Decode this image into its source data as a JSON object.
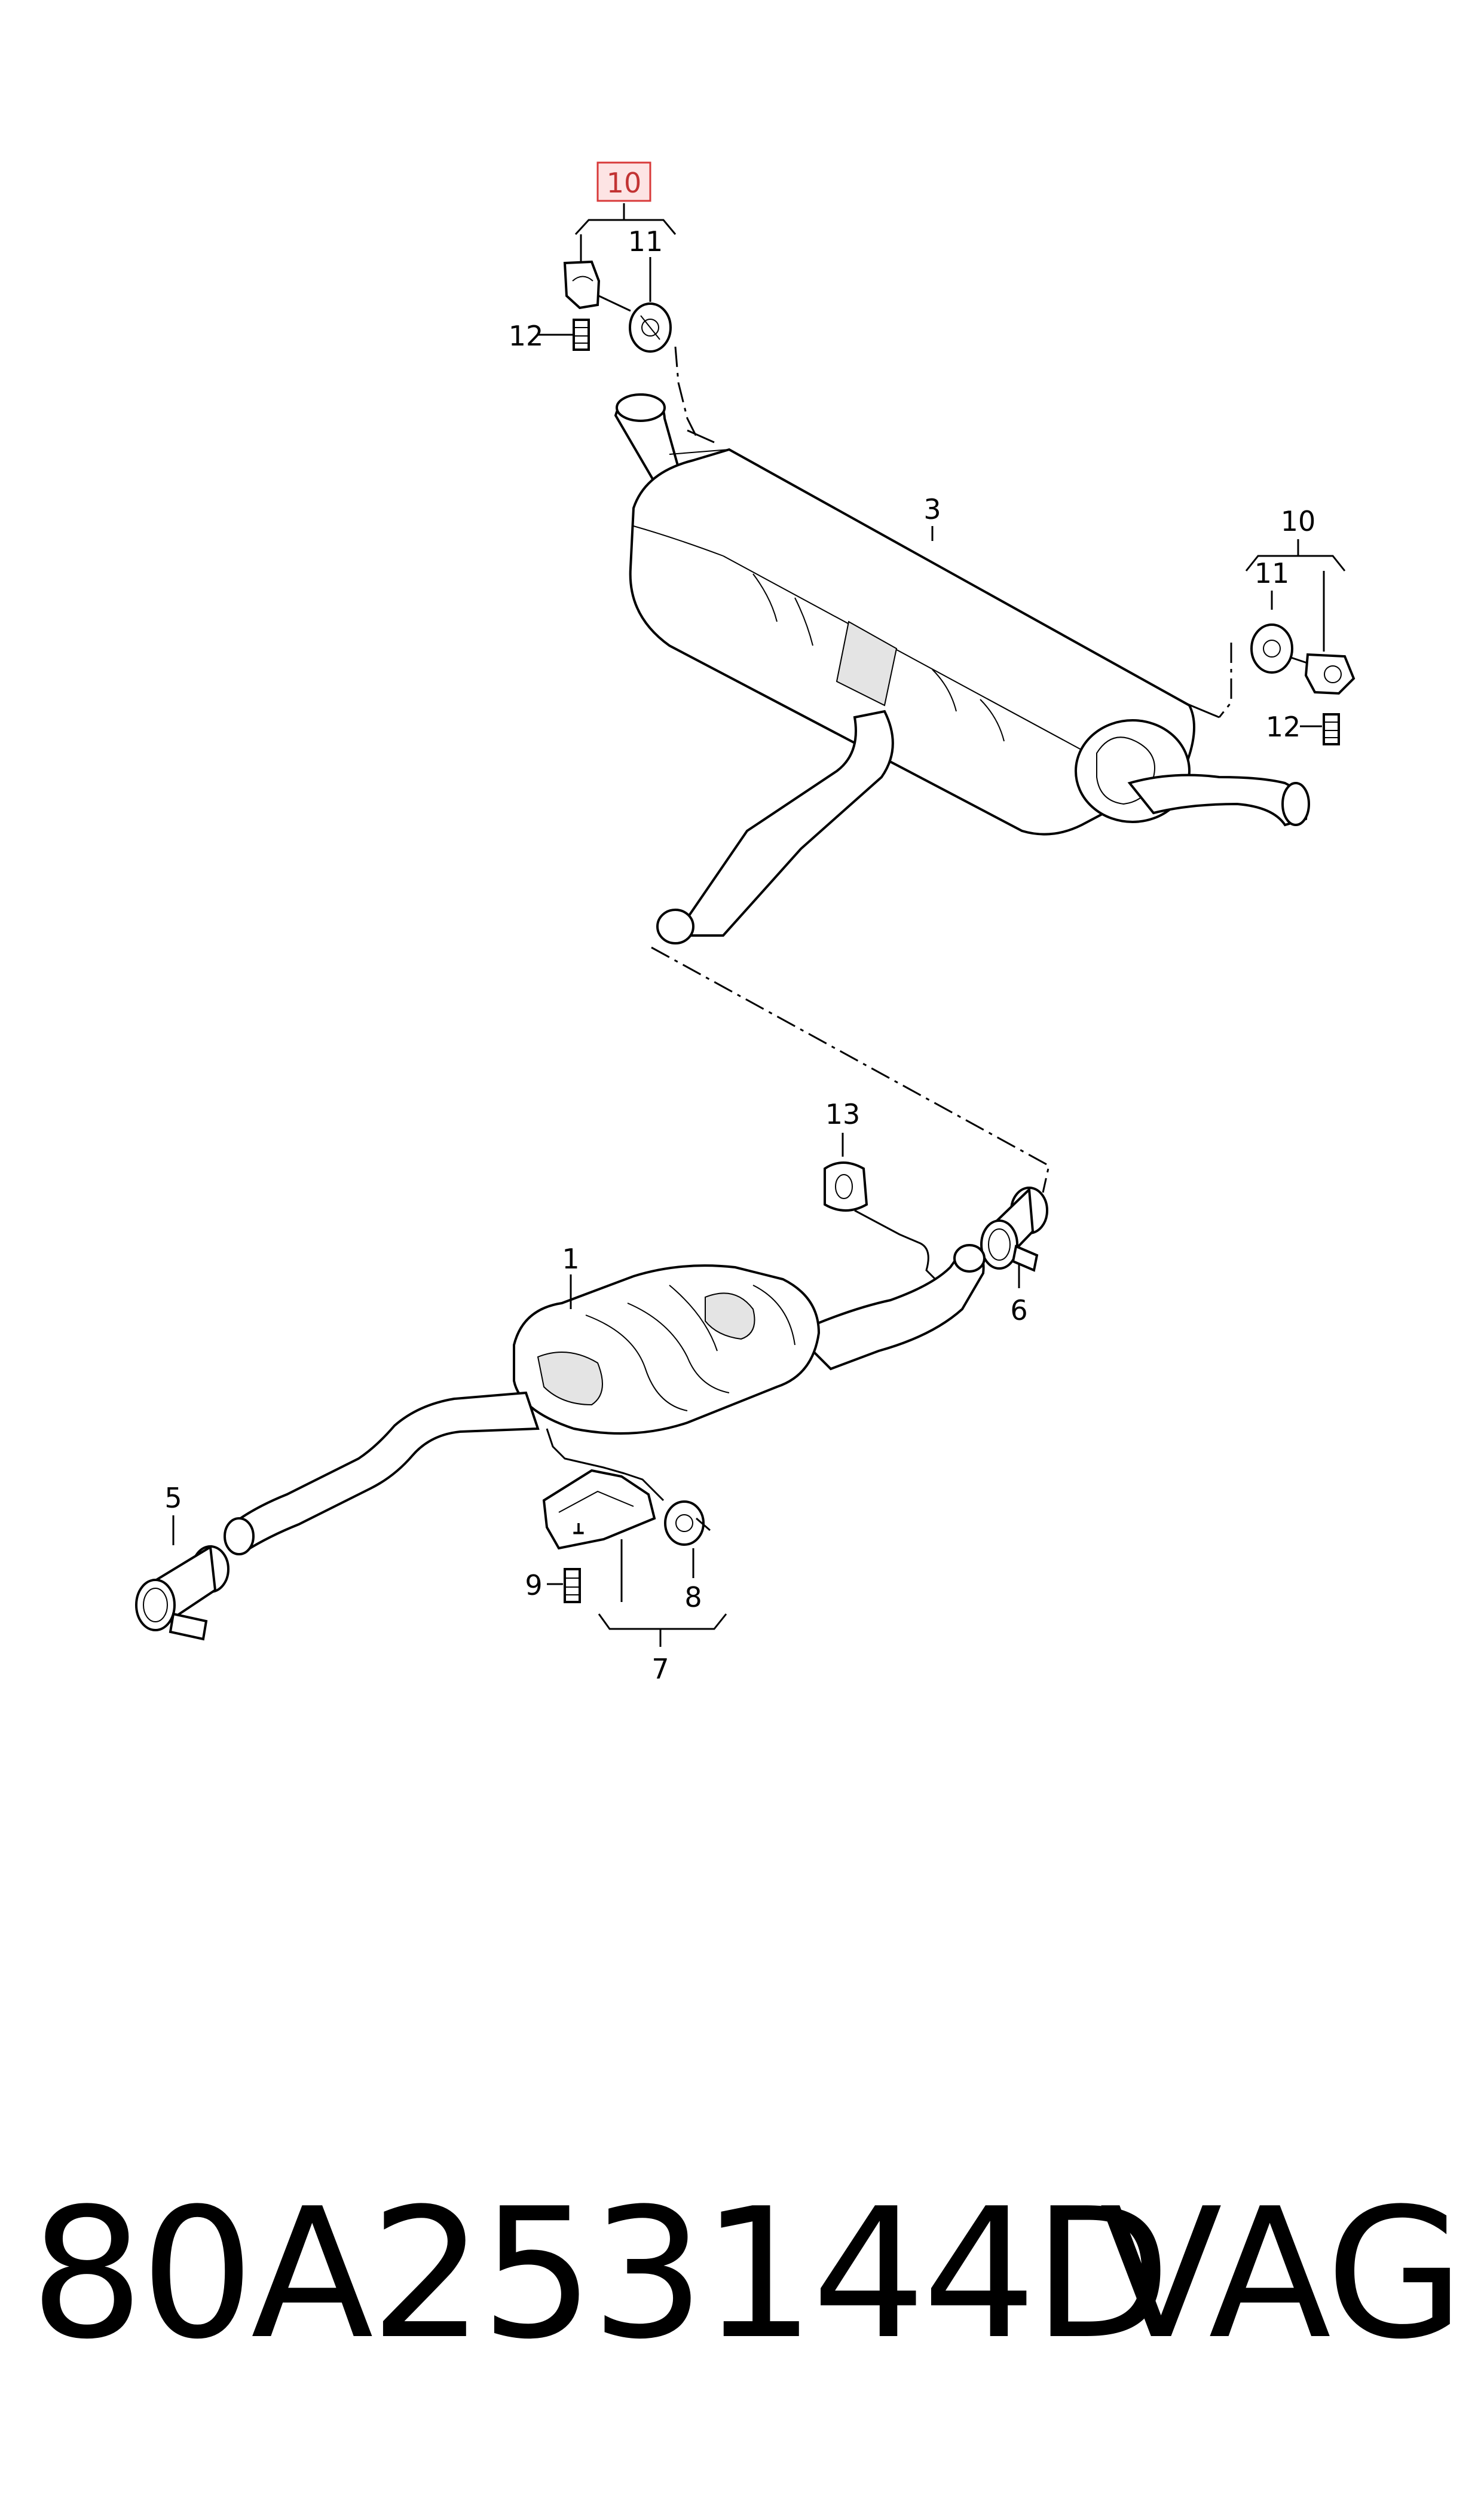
{
  "callouts": {
    "c1": "1",
    "c3": "3",
    "c5": "5",
    "c6": "6",
    "c7": "7",
    "c8": "8",
    "c9": "9",
    "c10_top": "10",
    "c10_right": "10",
    "c11_top": "11",
    "c11_right": "11",
    "c12_top": "12",
    "c12_right": "12",
    "c13": "13"
  },
  "highlight_color": "#d83a3a",
  "footer": {
    "part_number": "80A253144D",
    "brand": "VAG"
  }
}
